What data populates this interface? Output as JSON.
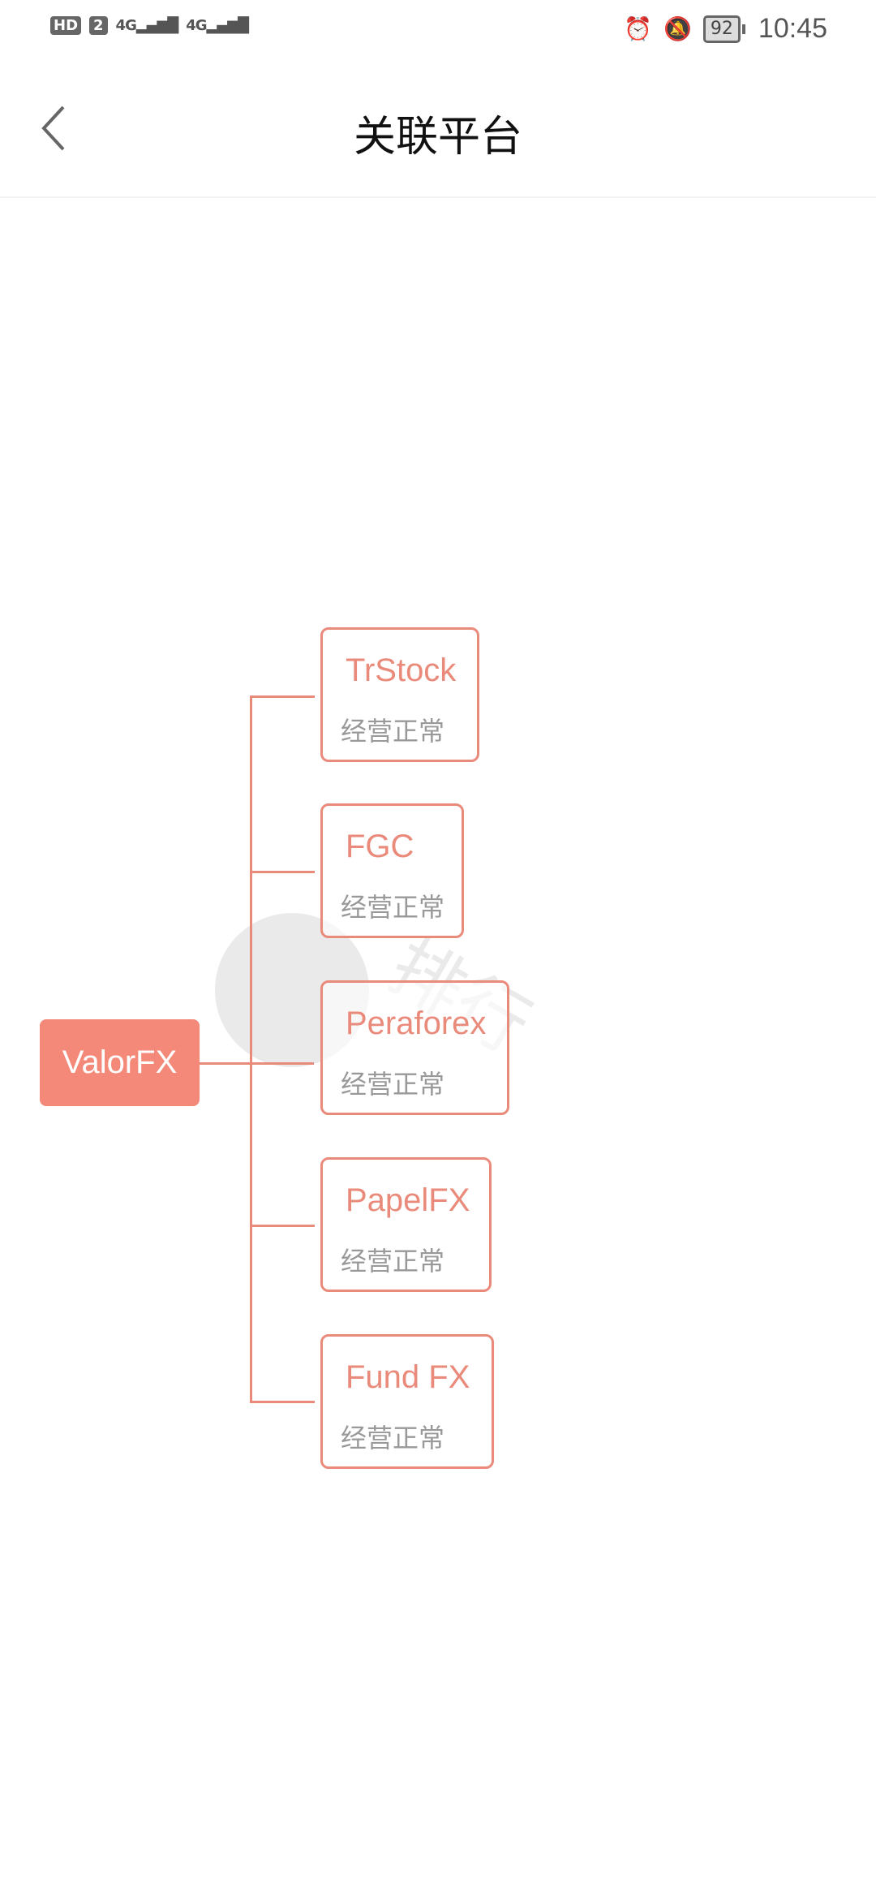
{
  "status_bar": {
    "hd": "HD",
    "sim": "2",
    "signal1": "4G",
    "signal2": "4G",
    "battery": "92",
    "time": "10:45"
  },
  "header": {
    "title": "关联平台"
  },
  "tree": {
    "root": "ValorFX",
    "children": [
      {
        "name": "TrStock",
        "status": "经营正常"
      },
      {
        "name": "FGC",
        "status": "经营正常"
      },
      {
        "name": "Peraforex",
        "status": "经营正常"
      },
      {
        "name": "PapelFX",
        "status": "经营正常"
      },
      {
        "name": "Fund FX",
        "status": "经营正常"
      }
    ]
  },
  "colors": {
    "accent": "#e98a7a",
    "root_bg": "#f4897a",
    "status_text": "#999999"
  }
}
